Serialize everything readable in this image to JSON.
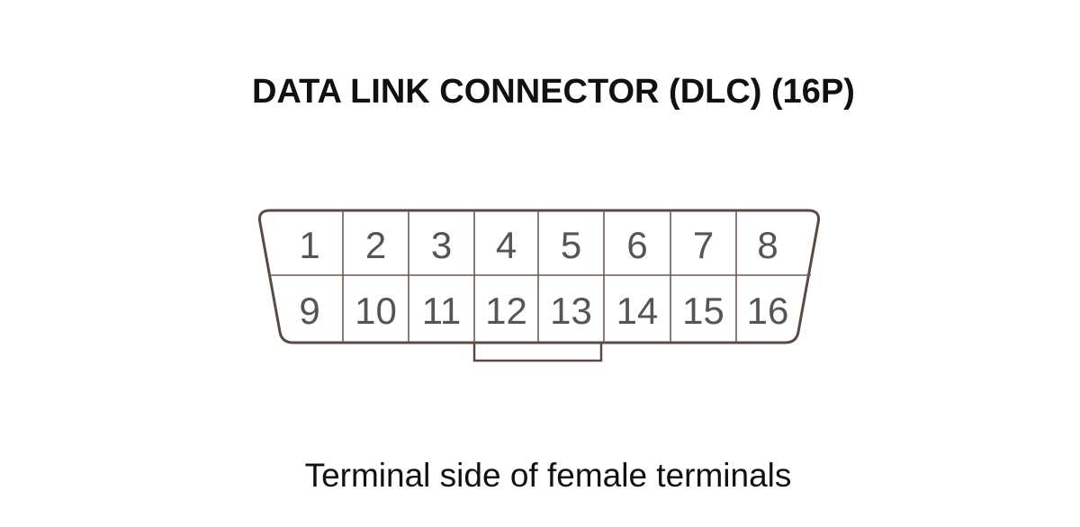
{
  "diagram": {
    "title": "DATA LINK CONNECTOR (DLC) (16P)",
    "caption": "Terminal side of female terminals",
    "connector": {
      "top_row": [
        "1",
        "2",
        "3",
        "4",
        "5",
        "6",
        "7",
        "8"
      ],
      "bottom_row": [
        "9",
        "10",
        "11",
        "12",
        "13",
        "14",
        "15",
        "16"
      ]
    }
  }
}
